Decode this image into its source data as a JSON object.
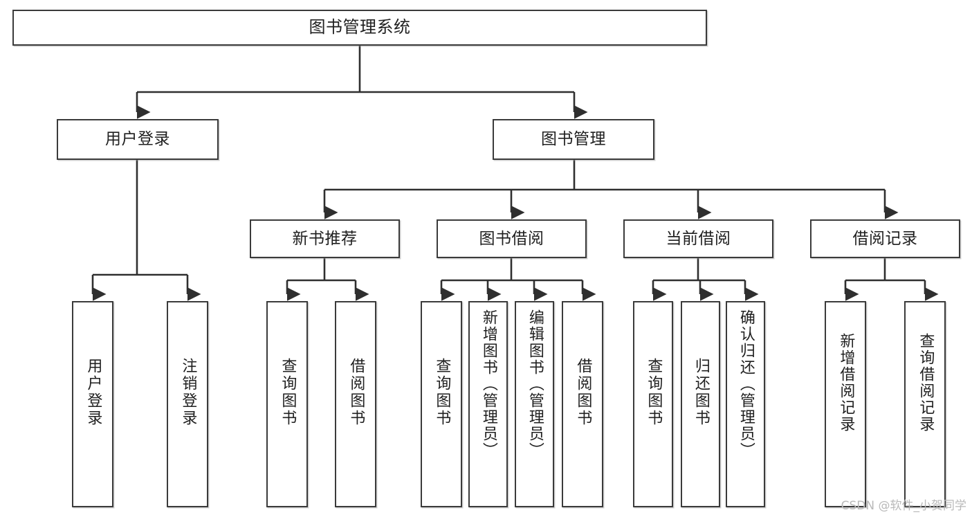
{
  "diagram": {
    "title": "图书管理系统",
    "type": "tree",
    "levels": 4,
    "nodes": {
      "root": {
        "label": "图书管理系统"
      },
      "level1": [
        {
          "id": "user-login",
          "label": "用户登录"
        },
        {
          "id": "book-manage",
          "label": "图书管理"
        }
      ],
      "level2": [
        {
          "id": "new-book-recommend",
          "label": "新书推荐",
          "parent": "book-manage"
        },
        {
          "id": "book-borrow",
          "label": "图书借阅",
          "parent": "book-manage"
        },
        {
          "id": "current-borrow",
          "label": "当前借阅",
          "parent": "book-manage"
        },
        {
          "id": "borrow-record",
          "label": "借阅记录",
          "parent": "book-manage"
        }
      ],
      "leaves": [
        {
          "id": "leaf-user-login",
          "label": "用户登录",
          "parent": "user-login"
        },
        {
          "id": "leaf-user-logout",
          "label": "注销登录",
          "parent": "user-login"
        },
        {
          "id": "leaf-query-book-1",
          "label": "查询图书",
          "parent": "new-book-recommend"
        },
        {
          "id": "leaf-borrow-book-1",
          "label": "借阅图书",
          "parent": "new-book-recommend"
        },
        {
          "id": "leaf-query-book-2",
          "label": "查询图书",
          "parent": "book-borrow"
        },
        {
          "id": "leaf-add-book",
          "label": "新增图书（管理员）",
          "parent": "book-borrow"
        },
        {
          "id": "leaf-edit-book",
          "label": "编辑图书（管理员）",
          "parent": "book-borrow"
        },
        {
          "id": "leaf-borrow-book-2",
          "label": "借阅图书",
          "parent": "book-borrow"
        },
        {
          "id": "leaf-query-book-3",
          "label": "查询图书",
          "parent": "current-borrow"
        },
        {
          "id": "leaf-return-book",
          "label": "归还图书",
          "parent": "current-borrow"
        },
        {
          "id": "leaf-confirm-return",
          "label": "确认归还（管理员）",
          "parent": "current-borrow"
        },
        {
          "id": "leaf-add-record",
          "label": "新增借阅记录",
          "parent": "borrow-record"
        },
        {
          "id": "leaf-query-record",
          "label": "查询借阅记录",
          "parent": "borrow-record"
        }
      ]
    },
    "colors": {
      "border": "#3a3a3a",
      "background": "#ffffff",
      "text": "#1f1f1f",
      "connector": "#2f2f2f",
      "watermark": "#b9b9b9"
    }
  },
  "watermark": {
    "text": "CSDN @软件_小贺同学"
  }
}
